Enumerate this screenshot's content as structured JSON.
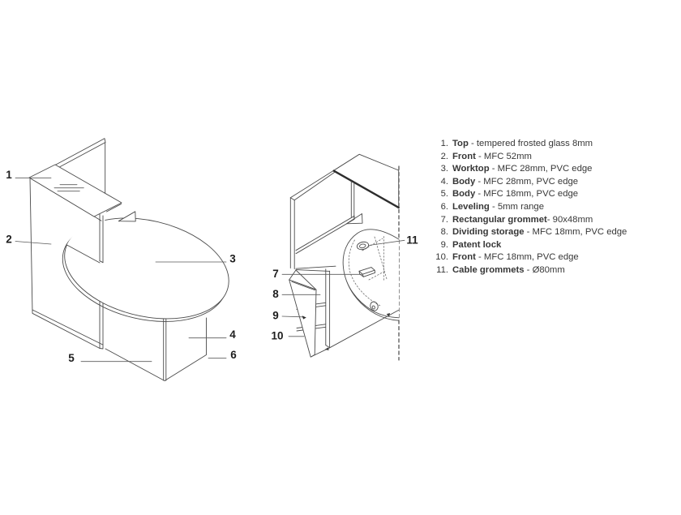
{
  "figure": {
    "callouts": [
      "1",
      "2",
      "3",
      "4",
      "5",
      "6",
      "7",
      "8",
      "9",
      "10",
      "11"
    ],
    "legend": {
      "items": [
        {
          "num": "1.",
          "name": "Top",
          "desc": " - tempered frosted glass 8mm"
        },
        {
          "num": "2.",
          "name": "Front",
          "desc": " - MFC 52mm"
        },
        {
          "num": "3.",
          "name": "Worktop",
          "desc": " - MFC 28mm, PVC edge"
        },
        {
          "num": "4.",
          "name": "Body",
          "desc": " - MFC 28mm, PVC edge"
        },
        {
          "num": "5.",
          "name": "Body",
          "desc": " - MFC 18mm, PVC edge"
        },
        {
          "num": "6.",
          "name": "Leveling",
          "desc": " - 5mm range"
        },
        {
          "num": "7.",
          "name": "Rectangular grommet",
          "desc": "- 90x48mm"
        },
        {
          "num": "8.",
          "name": "Dividing storage",
          "desc": " - MFC 18mm, PVC edge"
        },
        {
          "num": "9.",
          "name": "Patent lock",
          "desc": ""
        },
        {
          "num": "10.",
          "name": "Front",
          "desc": " - MFC 18mm, PVC edge"
        },
        {
          "num": "11.",
          "name": "Cable grommets",
          "desc": " - Ø80mm"
        }
      ]
    },
    "colors": {
      "line": "#4a4a4a",
      "thick_edge": "#2d2d2d",
      "text": "#373737",
      "background": "#ffffff"
    }
  }
}
